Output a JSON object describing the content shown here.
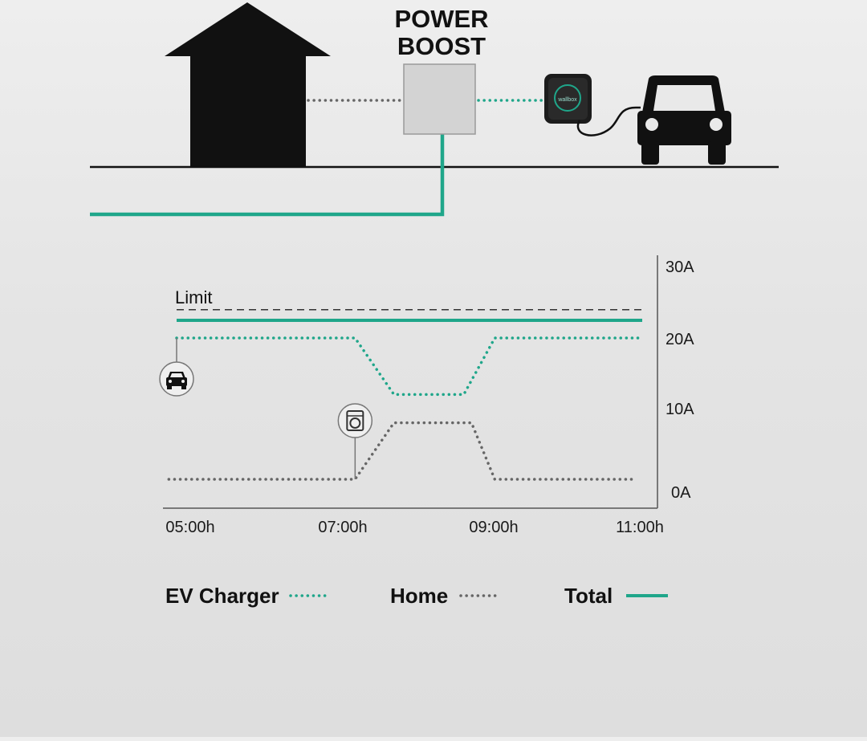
{
  "diagram": {
    "title_line1": "POWER",
    "title_line2": "BOOST",
    "charger_brand": "wallbox"
  },
  "chart_data": {
    "type": "line",
    "x_ticks": [
      "05:00h",
      "07:00h",
      "09:00h",
      "11:00h"
    ],
    "y_ticks": [
      "30A",
      "20A",
      "10A",
      "0A"
    ],
    "ylim": [
      0,
      30
    ],
    "limit_label": "Limit",
    "limit_value": 24,
    "series": [
      {
        "name": "EV Charger",
        "style": "dotted",
        "color": "#1fa68a",
        "points": [
          [
            5.0,
            20
          ],
          [
            7.3,
            20
          ],
          [
            7.8,
            12
          ],
          [
            8.7,
            12
          ],
          [
            9.1,
            20
          ],
          [
            11.0,
            20
          ]
        ]
      },
      {
        "name": "Home",
        "style": "dotted",
        "color": "#666666",
        "points": [
          [
            4.9,
            0
          ],
          [
            7.3,
            0
          ],
          [
            7.8,
            8
          ],
          [
            8.8,
            8
          ],
          [
            9.1,
            0
          ],
          [
            10.9,
            0
          ]
        ]
      },
      {
        "name": "Total",
        "style": "solid",
        "color": "#1fa68a",
        "points": [
          [
            5.0,
            22.5
          ],
          [
            11.0,
            22.5
          ]
        ]
      }
    ],
    "annotations": [
      {
        "icon": "car-icon",
        "series": "EV Charger",
        "x": 5.0,
        "y": 20
      },
      {
        "icon": "washing-machine-icon",
        "series": "Home",
        "x": 7.3,
        "y": 0
      }
    ]
  },
  "colors": {
    "teal": "#1fa68a",
    "grey_dots": "#666666",
    "black": "#111111",
    "box_fill": "#d3d3d3"
  }
}
